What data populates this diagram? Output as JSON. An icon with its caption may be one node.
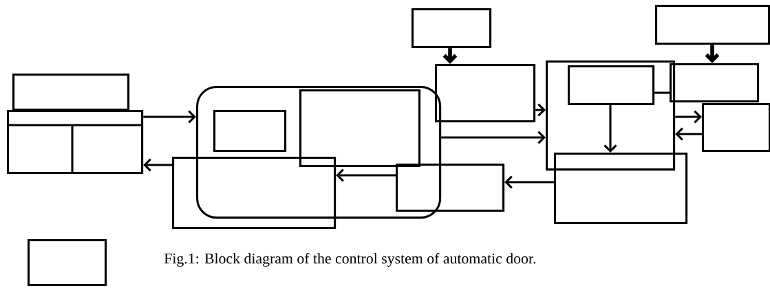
{
  "diagram": {
    "caption": "Fig.1: Block diagram of the control system of automatic door.",
    "nodes": [
      {
        "text": [],
        "shape": "box"
      },
      {
        "text": [],
        "shape": "box"
      },
      {
        "text": [],
        "shape": "box"
      },
      {
        "text": [],
        "shape": "box",
        "in": 2
      },
      {
        "text": [],
        "shape": "box",
        "in": 2
      },
      {
        "text": [],
        "shape": "box"
      },
      {
        "text": [],
        "shape": "box"
      },
      {
        "text": [],
        "shape": "box"
      },
      {
        "text": [],
        "shape": "box"
      },
      {
        "text": [],
        "shape": "box"
      },
      {
        "text": [],
        "shape": "box",
        "in": 9
      },
      {
        "text": [],
        "shape": "box"
      },
      {
        "text": [],
        "shape": "box"
      },
      {
        "text": [],
        "shape": "box"
      },
      {
        "text": [],
        "shape": "box"
      },
      {
        "text": [],
        "shape": "box"
      }
    ],
    "edges": [
      {
        "from": 1,
        "to": 2,
        "arrow": "to"
      },
      {
        "from": 5,
        "to": 1,
        "arrow": "to"
      },
      {
        "from": 6,
        "to": 5,
        "arrow": "to"
      },
      {
        "from": 11,
        "to": 6,
        "arrow": "to"
      },
      {
        "from": 7,
        "to": 8,
        "arrow": "to",
        "style": "thick"
      },
      {
        "from": 12,
        "to": 13,
        "arrow": "to",
        "style": "thick"
      },
      {
        "from": 2,
        "to": 9,
        "arrow": "to"
      },
      {
        "from": 8,
        "to": 9,
        "arrow": "to"
      },
      {
        "from": 10,
        "to": 11,
        "arrow": "to"
      },
      {
        "from": 9,
        "to": 14,
        "arrow": "to"
      },
      {
        "from": 14,
        "to": 9,
        "arrow": "to"
      },
      {
        "from": 10,
        "to": 13,
        "arrow": "none"
      }
    ]
  }
}
